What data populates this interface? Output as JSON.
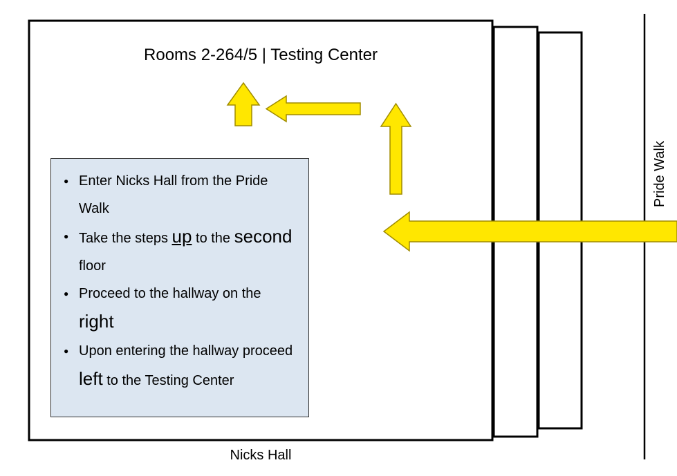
{
  "map": {
    "title": "Rooms 2-264/5 | Testing Center",
    "building_label": "Nicks Hall",
    "walkway_label": "Pride Walk",
    "colors": {
      "arrow_fill": "#FFE700",
      "arrow_stroke": "#A08C00",
      "panel_fill": "#DCE6F1",
      "panel_border": "#2F2F2F",
      "outline": "#000000",
      "text": "#000000"
    }
  },
  "instructions": {
    "items": [
      {
        "id": "enter-building",
        "parts": [
          {
            "text": "Enter Nicks Hall from the Pride Walk",
            "emphasis": "none"
          }
        ]
      },
      {
        "id": "take-steps-up",
        "parts": [
          {
            "text": "Take the steps ",
            "emphasis": "none"
          },
          {
            "text": "up",
            "emphasis": "large-underline"
          },
          {
            "text": " to the ",
            "emphasis": "none"
          },
          {
            "text": "second",
            "emphasis": "large"
          },
          {
            "text": " floor",
            "emphasis": "none"
          }
        ]
      },
      {
        "id": "proceed-hallway-right",
        "parts": [
          {
            "text": "Proceed to the hallway on the ",
            "emphasis": "none"
          },
          {
            "text": "right",
            "emphasis": "large"
          }
        ]
      },
      {
        "id": "proceed-left-testing-center",
        "parts": [
          {
            "text": "Upon entering the hallway proceed ",
            "emphasis": "none"
          },
          {
            "text": "left",
            "emphasis": "large"
          },
          {
            "text": " to the Testing Center",
            "emphasis": "none"
          }
        ]
      }
    ]
  },
  "route_arrows": [
    {
      "id": "arrow-entry-west",
      "direction": "left",
      "label": "entry from Pride Walk heading west"
    },
    {
      "id": "arrow-stairs-up",
      "direction": "up",
      "label": "up the stairs to second floor"
    },
    {
      "id": "arrow-hallway-west",
      "direction": "left",
      "label": "turn left down hallway"
    },
    {
      "id": "arrow-testing-center",
      "direction": "up",
      "label": "arrive at Testing Center"
    }
  ],
  "shapes": {
    "main_building": "Nicks Hall main footprint",
    "wing_middle": "middle wing outline",
    "wing_outer": "outer wing outline",
    "walkway_line": "Pride Walk path line"
  }
}
